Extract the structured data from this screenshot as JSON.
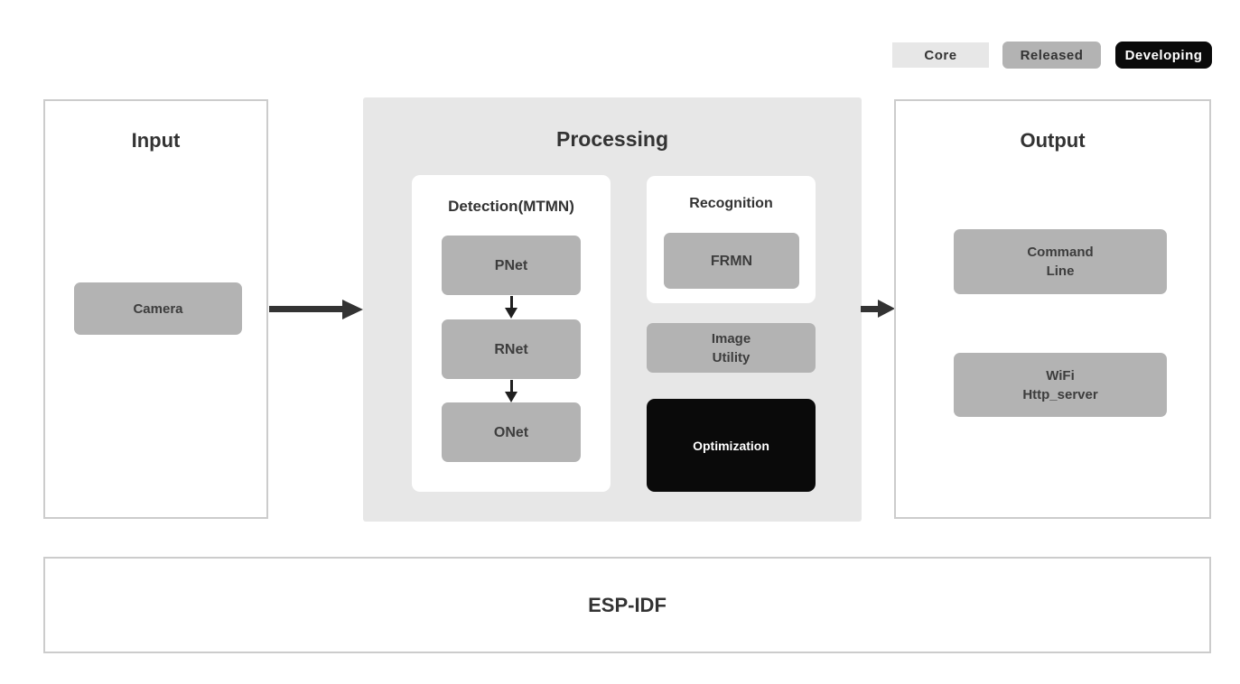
{
  "legend": {
    "items": [
      {
        "label": "Core",
        "fill": "#e7e7e7",
        "text_color": "#333333"
      },
      {
        "label": "Released",
        "fill": "#b3b3b3",
        "text_color": "#333333"
      },
      {
        "label": "Developing",
        "fill": "#0a0a0a",
        "text_color": "#ffffff"
      }
    ]
  },
  "sections": {
    "input": {
      "title": "Input",
      "camera_label": "Camera"
    },
    "processing": {
      "title": "Processing",
      "detection": {
        "title": "Detection(MTMN)",
        "nodes": [
          "PNet",
          "RNet",
          "ONet"
        ]
      },
      "recognition": {
        "title": "Recognition",
        "node": "FRMN"
      },
      "image_utility_label": "Image\nUtility",
      "optimization_label": "Optimization"
    },
    "output": {
      "title": "Output",
      "blocks": [
        "Command\nLine",
        "WiFi\nHttp_server"
      ]
    },
    "foundation": {
      "title": "ESP-IDF"
    }
  },
  "colors": {
    "background": "#ffffff",
    "block_gray": "#b3b3b3",
    "processing_bg": "#e7e7e7",
    "developing_black": "#0a0a0a",
    "panel_border": "#cccccc",
    "text_dark": "#333333",
    "arrow": "#333333"
  }
}
